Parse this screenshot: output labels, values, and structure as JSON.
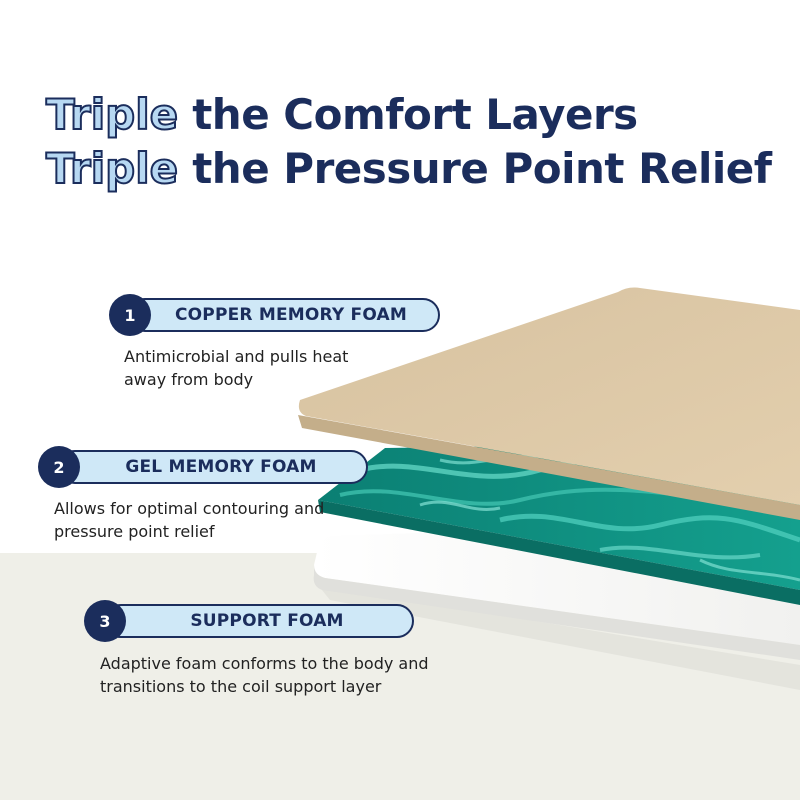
{
  "headline": {
    "line1_accent": "Triple",
    "line1_rest": "the Comfort Layers",
    "line2_accent": "Triple",
    "line2_rest": "the Pressure Point Relief"
  },
  "layers": [
    {
      "number": "1",
      "title": "COPPER MEMORY FOAM",
      "description": "Antimicrobial and pulls heat away from body"
    },
    {
      "number": "2",
      "title": "GEL MEMORY FOAM",
      "description": "Allows for optimal contouring and pressure point relief"
    },
    {
      "number": "3",
      "title": "SUPPORT FOAM",
      "description": "Adaptive foam conforms to the body and transitions to the coil support layer"
    }
  ],
  "colors": {
    "navy": "#1b2d5c",
    "pill_fill": "#cfe8f7",
    "copper_foam": "#dcc7a3",
    "gel_foam": "#0c8f80",
    "support_foam": "#f4f4f2",
    "floor": "#efefe8"
  }
}
